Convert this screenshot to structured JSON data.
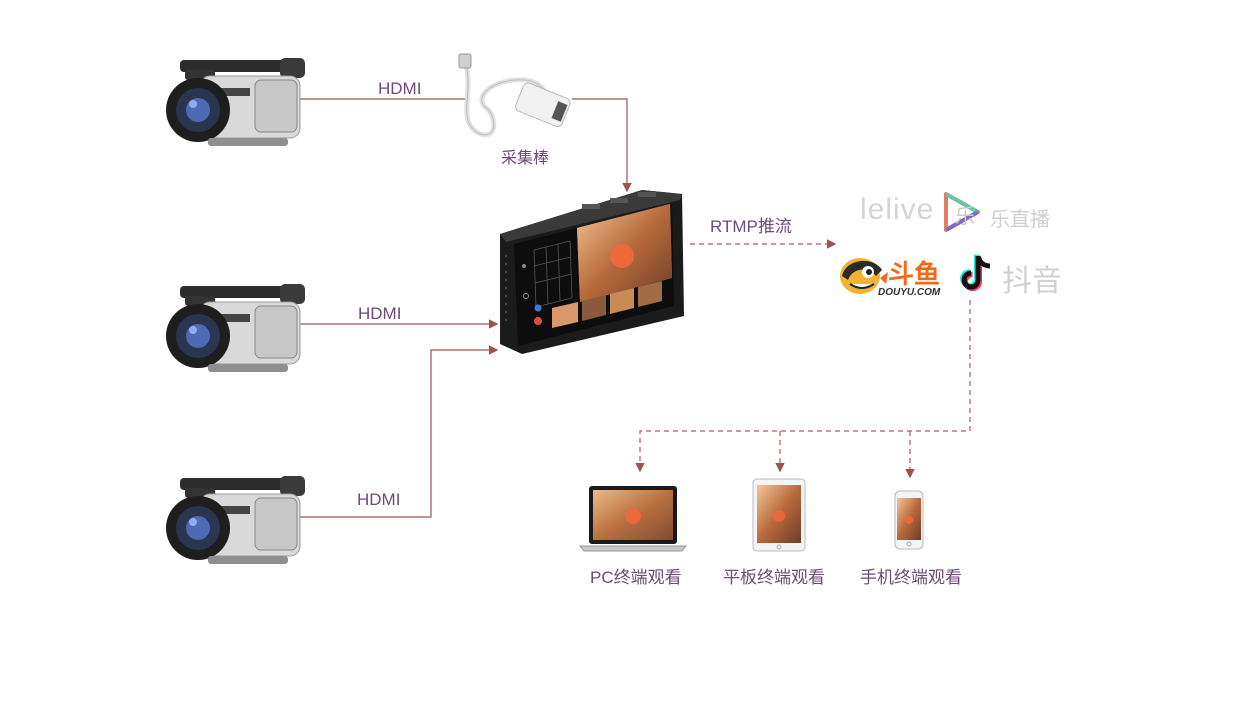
{
  "labels": {
    "hdmi_1": "HDMI",
    "hdmi_2": "HDMI",
    "hdmi_3": "HDMI",
    "capture_stick": "采集棒",
    "rtmp": "RTMP推流",
    "pc": "PC终端观看",
    "tablet": "平板终端观看",
    "phone": "手机终端观看"
  },
  "platforms": {
    "lelive_word": "lelive",
    "lelive_mark": "乐",
    "lelive_cn": "乐直播",
    "douyu_cn": "斗鱼",
    "douyu_en": "DOUYU.COM",
    "douyin_cn": "抖音"
  },
  "colors": {
    "solid_line": "#a0524f",
    "dashed_line": "#b05a55",
    "label_text": "#6e4a78",
    "douyu_orange": "#f06a1a"
  }
}
